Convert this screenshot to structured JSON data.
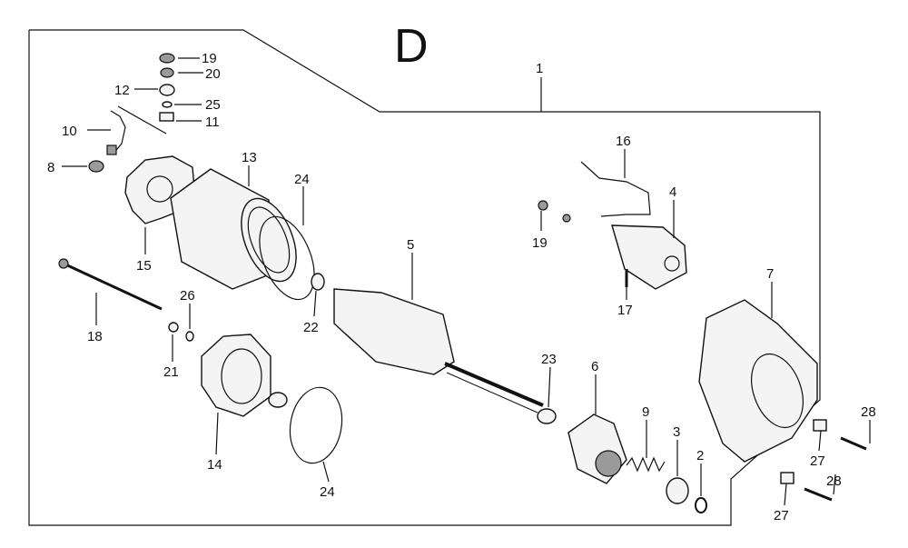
{
  "diagram": {
    "title": "D",
    "callouts": [
      {
        "id": "c1",
        "label": "1"
      },
      {
        "id": "c19a",
        "label": "19"
      },
      {
        "id": "c20",
        "label": "20"
      },
      {
        "id": "c12",
        "label": "12"
      },
      {
        "id": "c25",
        "label": "25"
      },
      {
        "id": "c10",
        "label": "10"
      },
      {
        "id": "c11",
        "label": "11"
      },
      {
        "id": "c8",
        "label": "8"
      },
      {
        "id": "c13",
        "label": "13"
      },
      {
        "id": "c24a",
        "label": "24"
      },
      {
        "id": "c15",
        "label": "15"
      },
      {
        "id": "c18",
        "label": "18"
      },
      {
        "id": "c26",
        "label": "26"
      },
      {
        "id": "c21",
        "label": "21"
      },
      {
        "id": "c22",
        "label": "22"
      },
      {
        "id": "c5",
        "label": "5"
      },
      {
        "id": "c16",
        "label": "16"
      },
      {
        "id": "c4",
        "label": "4"
      },
      {
        "id": "c19b",
        "label": "19"
      },
      {
        "id": "c17",
        "label": "17"
      },
      {
        "id": "c7",
        "label": "7"
      },
      {
        "id": "c23",
        "label": "23"
      },
      {
        "id": "c6",
        "label": "6"
      },
      {
        "id": "c9",
        "label": "9"
      },
      {
        "id": "c3",
        "label": "3"
      },
      {
        "id": "c2",
        "label": "2"
      },
      {
        "id": "c14",
        "label": "14"
      },
      {
        "id": "c24b",
        "label": "24"
      },
      {
        "id": "c28a",
        "label": "28"
      },
      {
        "id": "c27a",
        "label": "27"
      },
      {
        "id": "c28b",
        "label": "28"
      },
      {
        "id": "c27b",
        "label": "27"
      }
    ]
  }
}
